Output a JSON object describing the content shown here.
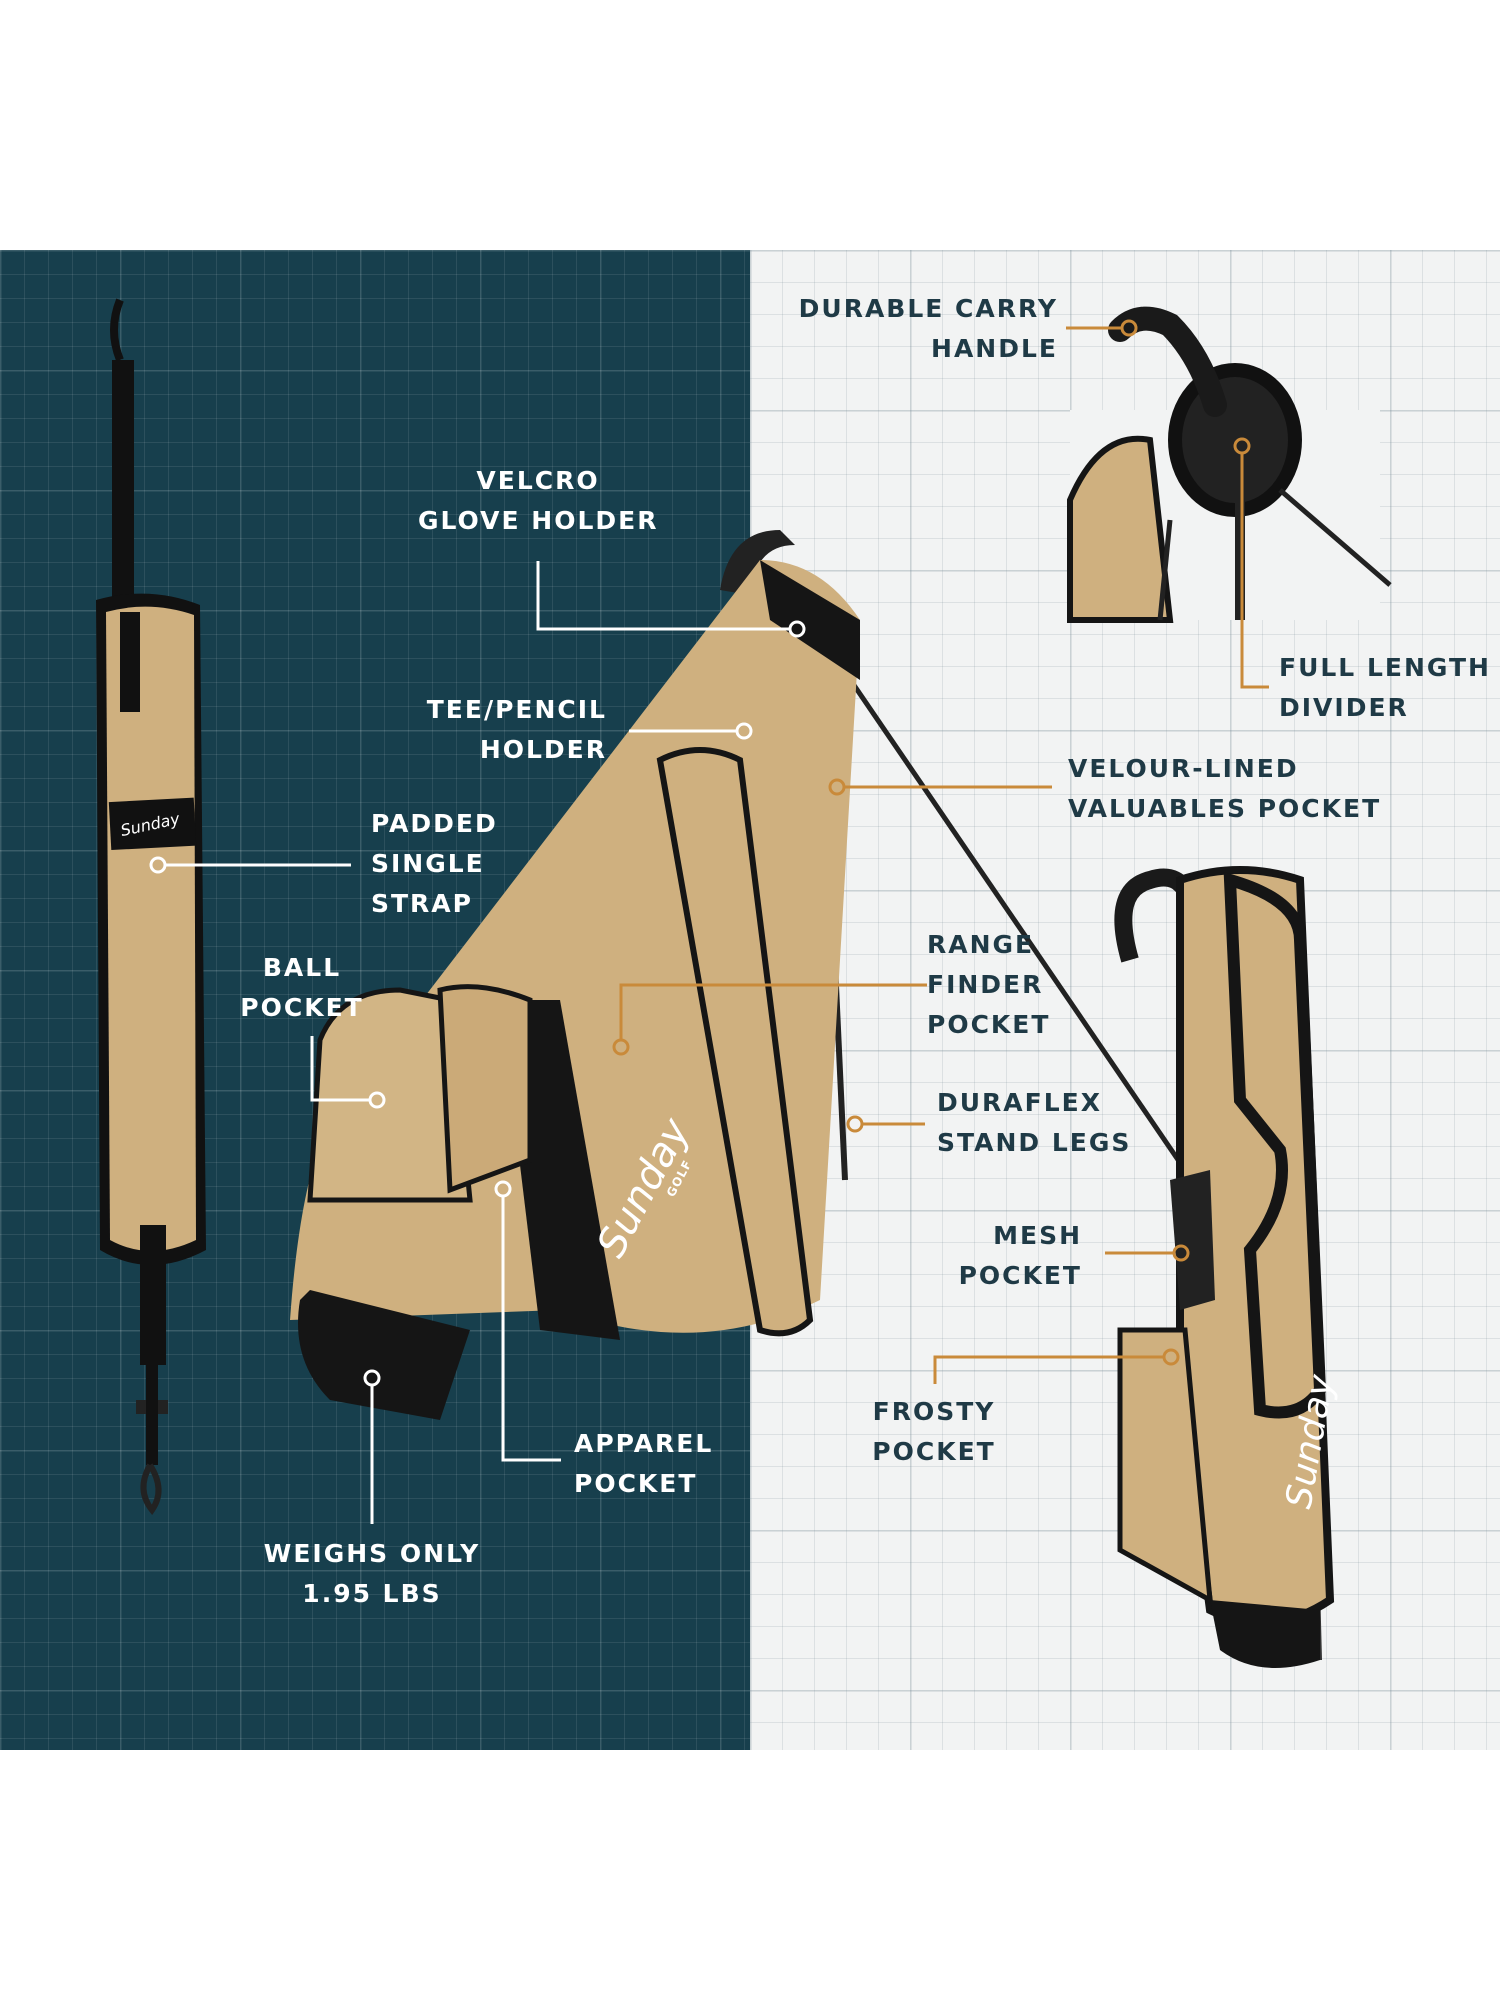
{
  "colors": {
    "dark_panel": "#173f4d",
    "light_panel": "#f2f3f3",
    "accent_orange": "#c98a3a",
    "bag_tan": "#cfb07f",
    "bag_black": "#151515"
  },
  "callouts": {
    "carry_handle": [
      "DURABLE CARRY",
      "HANDLE"
    ],
    "glove_holder": [
      "VELCRO",
      "GLOVE HOLDER"
    ],
    "tee_holder": [
      "TEE/PENCIL",
      "HOLDER"
    ],
    "strap": [
      "PADDED",
      "SINGLE",
      "STRAP"
    ],
    "ball_pocket": [
      "BALL",
      "POCKET"
    ],
    "weight": [
      "WEIGHS ONLY",
      "1.95 LBS"
    ],
    "apparel_pocket": [
      "APPAREL",
      "POCKET"
    ],
    "range_finder": [
      "RANGE",
      "FINDER",
      "POCKET"
    ],
    "stand_legs": [
      "DURAFLEX",
      "STAND LEGS"
    ],
    "valuables_pocket": [
      "VELOUR-LINED",
      "VALUABLES POCKET"
    ],
    "divider": [
      "FULL LENGTH",
      "DIVIDER"
    ],
    "mesh_pocket": [
      "MESH",
      "POCKET"
    ],
    "frosty_pocket": [
      "FROSTY",
      "POCKET"
    ]
  },
  "brand": {
    "logo": "Sunday",
    "sub": "GOLF"
  }
}
